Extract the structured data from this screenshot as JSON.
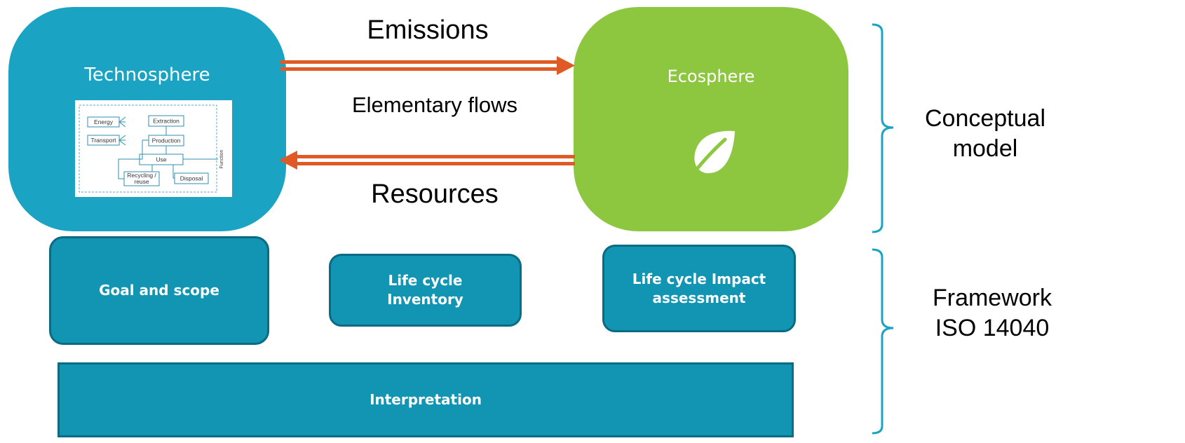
{
  "conceptual_model": {
    "technosphere": {
      "title": "Technosphere",
      "inset": {
        "energy": "Energy",
        "transport": "Transport",
        "extraction": "Extraction",
        "production": "Production",
        "use": "Use",
        "recycling_line1": "Recycling /",
        "recycling_line2": "reuse",
        "disposal": "Disposal",
        "function": "Function"
      }
    },
    "ecosphere": {
      "title": "Ecosphere",
      "icon": "leaf-icon"
    },
    "flows": {
      "emissions": "Emissions",
      "elementary": "Elementary flows",
      "resources": "Resources"
    }
  },
  "framework": {
    "goal_scope": "Goal and scope",
    "lci_line1": "Life cycle",
    "lci_line2": "Inventory",
    "lcia_line1": "Life cycle Impact",
    "lcia_line2": "assessment",
    "interpretation": "Interpretation"
  },
  "side_labels": {
    "conceptual_line1": "Conceptual",
    "conceptual_line2": "model",
    "framework_line1": "Framework",
    "framework_line2": "ISO 14040"
  },
  "colors": {
    "techno_blue": "#1aa3c3",
    "eco_green": "#8dc63f",
    "box_blue": "#1295b3",
    "arrow_orange": "#e05a26",
    "bracket": "#1aa3c3"
  }
}
